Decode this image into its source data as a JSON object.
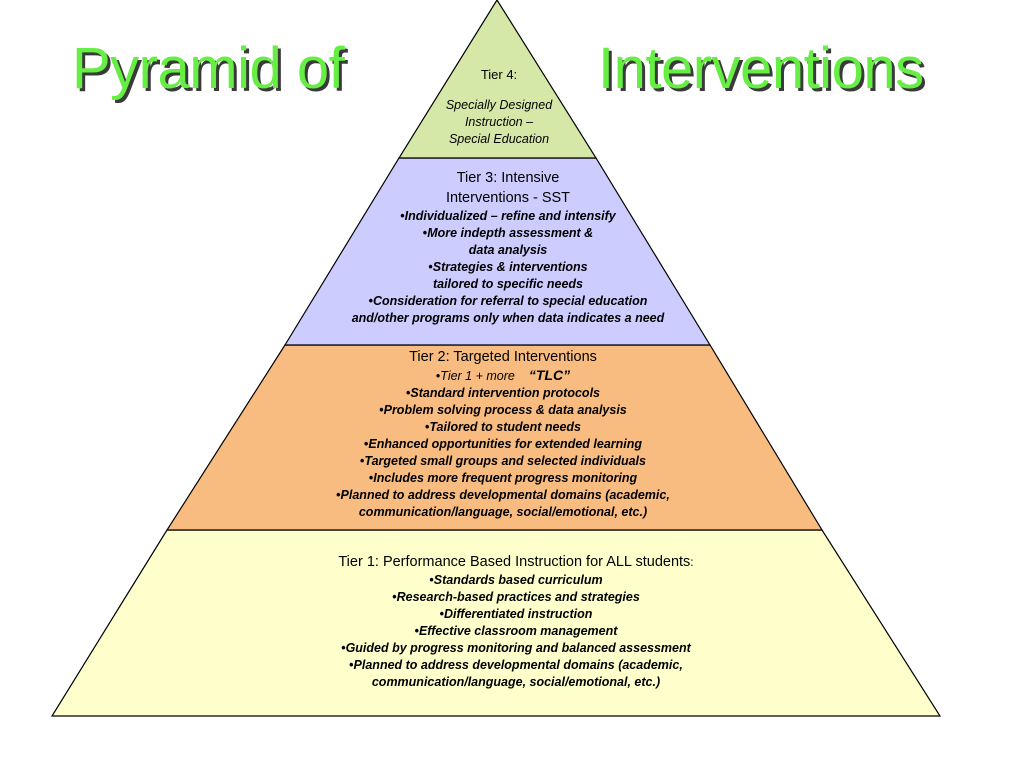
{
  "title": {
    "left": "Pyramid of",
    "right": "Interventions",
    "color": "#66ee44"
  },
  "colors": {
    "tier4_fill": "#d6e8a8",
    "tier3_fill": "#ccccff",
    "tier2_fill": "#f9bc80",
    "tier1_fill": "#ffffcc",
    "outline": "#000000"
  },
  "tier4": {
    "heading": "Tier 4:",
    "lines": [
      "Specially Designed",
      "Instruction –",
      "Special Education"
    ]
  },
  "tier3": {
    "heading": [
      "Tier 3: Intensive",
      "Interventions - SST"
    ],
    "lines": [
      {
        "bullet": "•",
        "text": "Individualized – refine and intensify"
      },
      {
        "bullet": "•",
        "text": "More indepth assessment &"
      },
      {
        "bullet": "",
        "text": "data analysis"
      },
      {
        "bullet": "•",
        "text": "Strategies & interventions"
      },
      {
        "bullet": "",
        "text": "tailored to specific needs"
      },
      {
        "bullet": "•",
        "text": "Consideration for referral to special education"
      },
      {
        "bullet": "",
        "text": "and/other programs only when data indicates a need"
      }
    ]
  },
  "tier2": {
    "heading": "Tier 2: Targeted Interventions",
    "first_line": {
      "bullet": "•",
      "text": "Tier 1 + more",
      "tlc": "“TLC”"
    },
    "lines": [
      {
        "bullet": "•",
        "text": "Standard intervention protocols"
      },
      {
        "bullet": "•",
        "text": "Problem solving process & data analysis"
      },
      {
        "bullet": "•",
        "text": "Tailored to student needs"
      },
      {
        "bullet": "•",
        "text": "Enhanced opportunities for extended learning"
      },
      {
        "bullet": "•",
        "text": "Targeted small groups and selected individuals"
      },
      {
        "bullet": "•",
        "text": "Includes more frequent progress monitoring"
      },
      {
        "bullet": "•",
        "text": "Planned to address developmental domains (academic,"
      },
      {
        "bullet": "",
        "text": "communication/language, social/emotional, etc.)"
      }
    ]
  },
  "tier1": {
    "heading": "Tier 1: Performance Based Instruction for ALL students",
    "heading_suffix": ":",
    "lines": [
      {
        "bullet": "•",
        "text": "Standards based curriculum"
      },
      {
        "bullet": "•",
        "text": "Research-based practices and strategies"
      },
      {
        "bullet": "•",
        "text": "Differentiated instruction"
      },
      {
        "bullet": "•",
        "text": "Effective classroom management"
      },
      {
        "bullet": "•",
        "text": "Guided by progress monitoring and balanced assessment"
      },
      {
        "bullet": "•",
        "text": "Planned to address developmental domains (academic,"
      },
      {
        "bullet": "",
        "text": "communication/language, social/emotional, etc.)"
      }
    ]
  }
}
